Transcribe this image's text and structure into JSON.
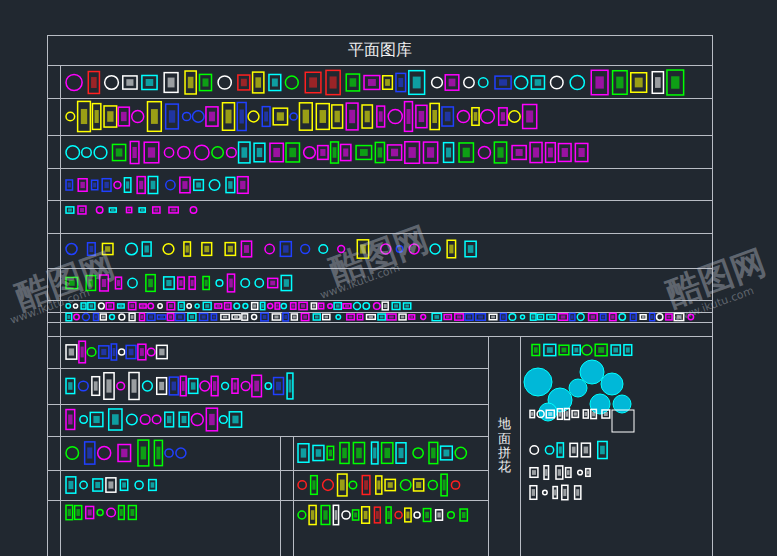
{
  "diagram": {
    "title": "平面图库",
    "nodes": [
      {
        "text": [
          "地面拼花"
        ]
      }
    ],
    "labels": [
      "酷图网",
      "www.ikutu.com",
      "酷图网",
      "www.ikutu.com",
      "酷图网",
      "www.ikutu.com"
    ]
  }
}
